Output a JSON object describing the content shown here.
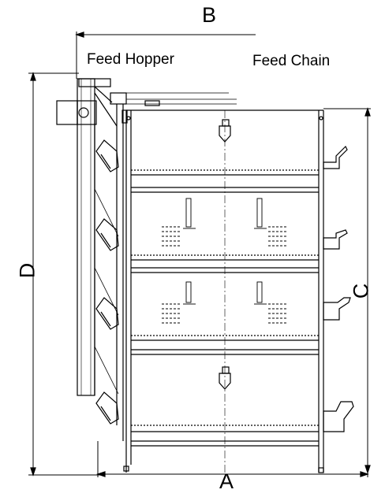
{
  "labels": {
    "dim_a": "A",
    "dim_b": "B",
    "dim_c": "C",
    "dim_d": "D",
    "feed_hopper": "Feed Hopper",
    "feed_chain": "Feed Chain"
  },
  "colors": {
    "line": "#000000",
    "thin_line": "#333333",
    "background": "#ffffff"
  },
  "structure": {
    "tiers": 4,
    "vents_per_middle_tier": 2
  }
}
